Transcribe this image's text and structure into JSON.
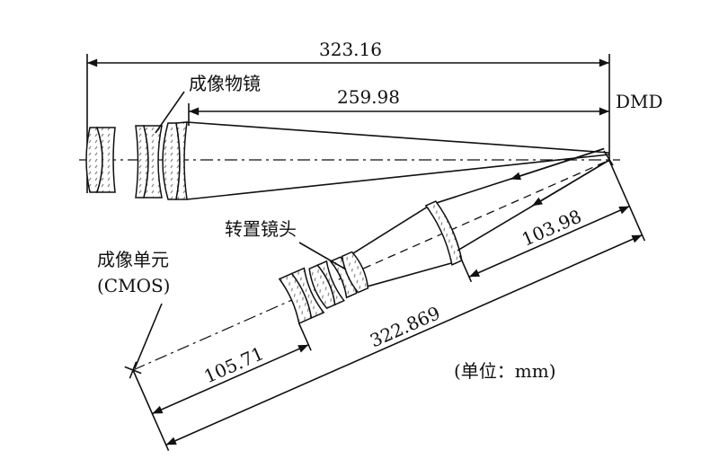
{
  "title": "DMD optical layout",
  "labels": {
    "total_length": "323.16",
    "objective_length": "259.98",
    "objective": "成像物镜",
    "dmd": "DMD",
    "relay_lens": "转置镜头",
    "imaging_unit": "成像单元",
    "cmos": "(CMOS)",
    "relay_to_dmd": "103.98",
    "tilted_total": "322.869",
    "cmos_to_relay": "105.71",
    "unit": "(单位：mm)"
  },
  "colors": {
    "line": "#111111",
    "hatch": "#888888"
  }
}
